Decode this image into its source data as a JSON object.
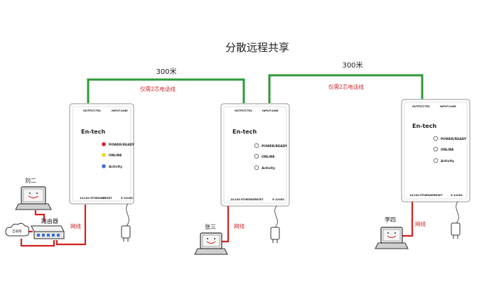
{
  "title": "分散远程共享",
  "links": [
    {
      "distance": "300米",
      "cable_note": "仅需2芯电话线"
    },
    {
      "distance": "300米",
      "cable_note": "仅需2芯电话线"
    }
  ],
  "device": {
    "brand": "En-tech",
    "port_top_left": "OUTPUT/TEL",
    "port_top_right": "INPUT/LINE",
    "port_bottom_left": "10/100 ETHERNET",
    "port_bottom_mid": "RESET",
    "port_bottom_right": "5-12VDC",
    "leds": [
      "POWER/READY",
      "ONLINE",
      "Activity"
    ]
  },
  "colors": {
    "phone_line": "#2e9a3a",
    "network_cable": "#d42020",
    "led_power": "#d42020",
    "led_online": "#f2d21b",
    "led_activity": "#3a6fd0"
  },
  "people": [
    "刘二",
    "张三",
    "李四"
  ],
  "router_label": "路由器",
  "cloud_label": "互联网",
  "cable_label": "网线",
  "icons": [
    "laptop-icon",
    "router-icon",
    "cloud-icon",
    "power-adapter-icon"
  ]
}
